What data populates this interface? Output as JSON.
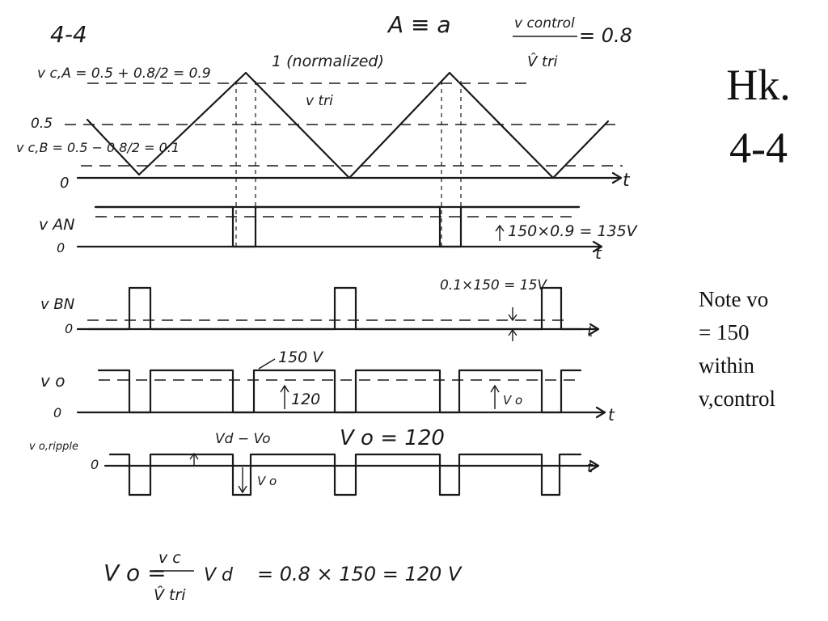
{
  "slide": {
    "title_lines": [
      "Hk.",
      "4-4"
    ],
    "note_lines": [
      "Note vo",
      "= 150",
      "within",
      "v,control"
    ]
  },
  "sketch": {
    "problem_label": "4-4",
    "condition": "A ≡ a",
    "ratio_numerator": "v control",
    "ratio_denominator": "V̂ tri",
    "ratio_value": "= 0.8",
    "vca_label": "v c,A = 0.5 + 0.8/2 = 0.9",
    "peak_label": "1 (normalized)",
    "vtri_label": "v tri",
    "half_level": "0.5",
    "vcb_label": "v c,B = 0.5 − 0.8/2 = 0.1",
    "zero_level": "0",
    "time_axis": "t",
    "van_label": "v AN",
    "van_value": "150×0.9 = 135V",
    "vbn_label": "v BN",
    "vbn_value": "0.1×150 = 15V",
    "vo_label": "v o",
    "vo_peak": "150 V",
    "vo_avg": "120",
    "vo_small": "V o",
    "ripple_label": "v o,ripple",
    "ripple_top": "Vd − Vo",
    "ripple_bottom": "V o",
    "vo_result": "V o = 120",
    "final_lhs": "V o =",
    "final_num": "v c",
    "final_den": "V̂ tri",
    "final_vd": "V d",
    "final_rhs": "= 0.8 × 150 = 120 V"
  }
}
